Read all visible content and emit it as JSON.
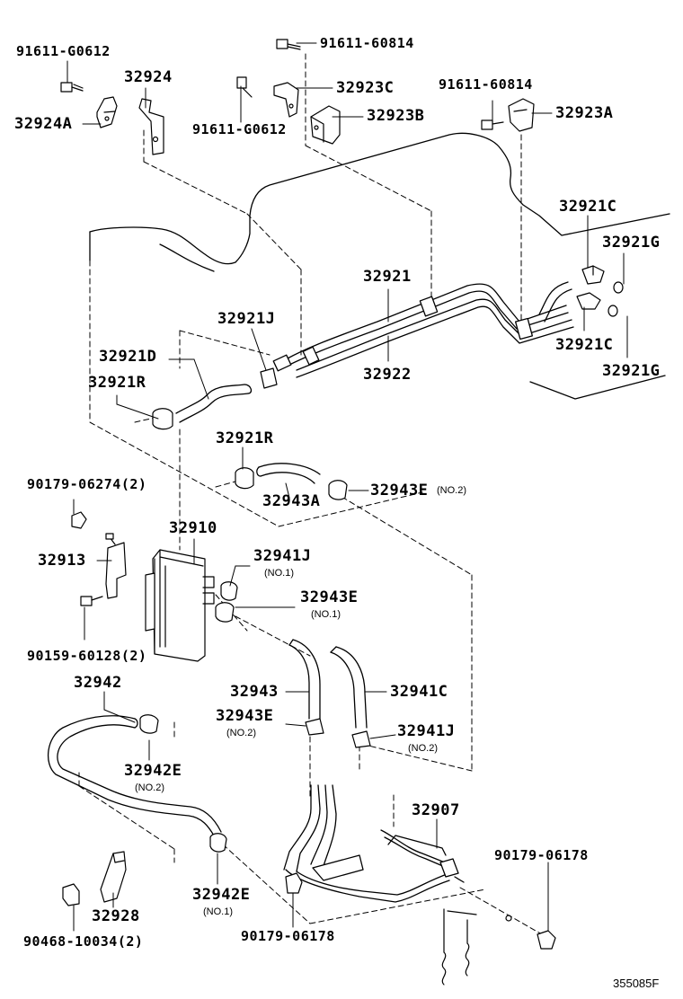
{
  "parts": {
    "p91611_g0612_top": "91611-G0612",
    "p32924": "32924",
    "p32924A": "32924A",
    "p91611_60814_top": "91611-60814",
    "p32923C": "32923C",
    "p32923B": "32923B",
    "p91611_g0612_mid": "91611-G0612",
    "p91611_60814_right": "91611-60814",
    "p32923A": "32923A",
    "p32921C_top": "32921C",
    "p32921G_top": "32921G",
    "p32921": "32921",
    "p32921J": "32921J",
    "p32921D": "32921D",
    "p32921R_left": "32921R",
    "p32922": "32922",
    "p32921C_bottom": "32921C",
    "p32921G_bottom": "32921G",
    "p32921R_mid": "32921R",
    "p32943A": "32943A",
    "p32943E_no2_top": "32943E",
    "p90179_06274": "90179-06274(2)",
    "p32910": "32910",
    "p32913": "32913",
    "p32941J_no1": "32941J",
    "p32943E_no1": "32943E",
    "p90159_60128": "90159-60128(2)",
    "p32942": "32942",
    "p32943": "32943",
    "p32941C": "32941C",
    "p32943E_no2_low": "32943E",
    "p32941J_no2": "32941J",
    "p32942E_no2": "32942E",
    "p32907": "32907",
    "p90179_06178_right": "90179-06178",
    "p32928": "32928",
    "p32942E_no1": "32942E",
    "p90468_10034": "90468-10034(2)",
    "p90179_06178_bottom": "90179-06178"
  },
  "subs": {
    "no2_a": "(NO.2)",
    "no1_a": "(NO.1)",
    "no1_b": "(NO.1)",
    "no2_b": "(NO.2)",
    "no2_c": "(NO.2)",
    "no2_d": "(NO.2)",
    "no1_c": "(NO.1)"
  },
  "reference": "355085F"
}
